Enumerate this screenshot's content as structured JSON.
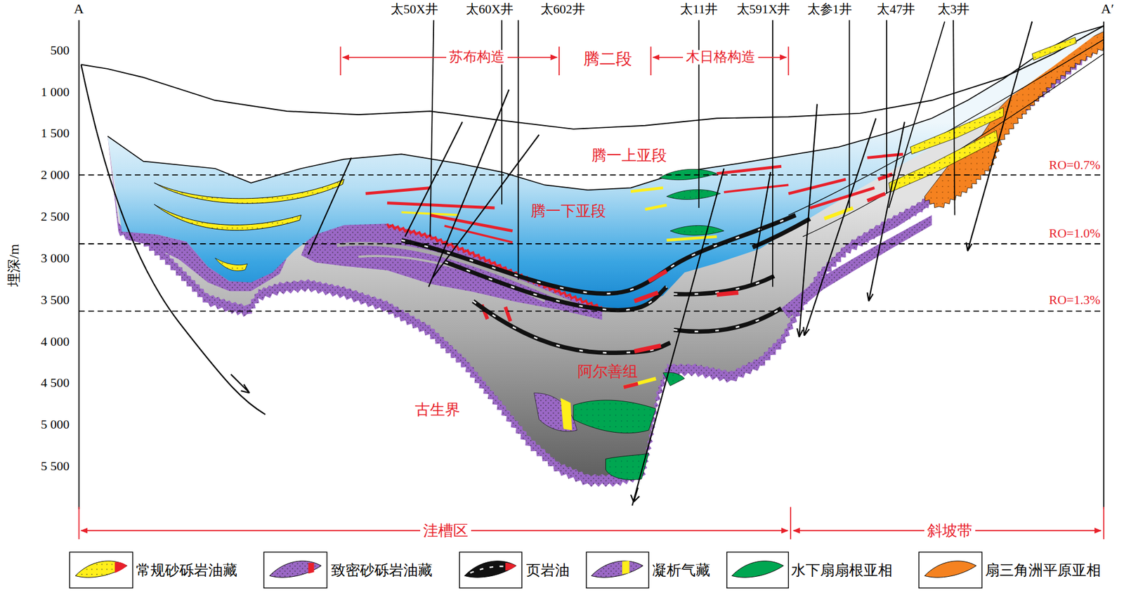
{
  "diagram": {
    "labels": [
      "A",
      "A′",
      "太50X井",
      "太60X井",
      "太602井",
      "太11井",
      "太591X井",
      "太参1井",
      "太47井",
      "太3井",
      "苏布构造",
      "腾二段",
      "木日格构造",
      "500",
      "1 000",
      "1 500",
      "2 000",
      "2 500",
      "3 000",
      "3 500",
      "4 000",
      "4 500",
      "5 000",
      "5 500",
      "埋深/m",
      "腾一上亚段",
      "RO=0.7%",
      "腾一下亚段",
      "RO=1.0%",
      "RO=1.3%",
      "阿尔善组",
      "古生界",
      "洼槽区",
      "斜坡带"
    ],
    "legend": [
      {
        "text": "常规砂砾岩油藏"
      },
      {
        "text": "致密砂砾岩油藏"
      },
      {
        "text": "页岩油"
      },
      {
        "text": "凝析气藏"
      },
      {
        "text": "水下扇扇根亚相",
        "color": "#00a651"
      },
      {
        "text": "扇三角洲平原亚相",
        "color": "#f58220"
      }
    ]
  }
}
